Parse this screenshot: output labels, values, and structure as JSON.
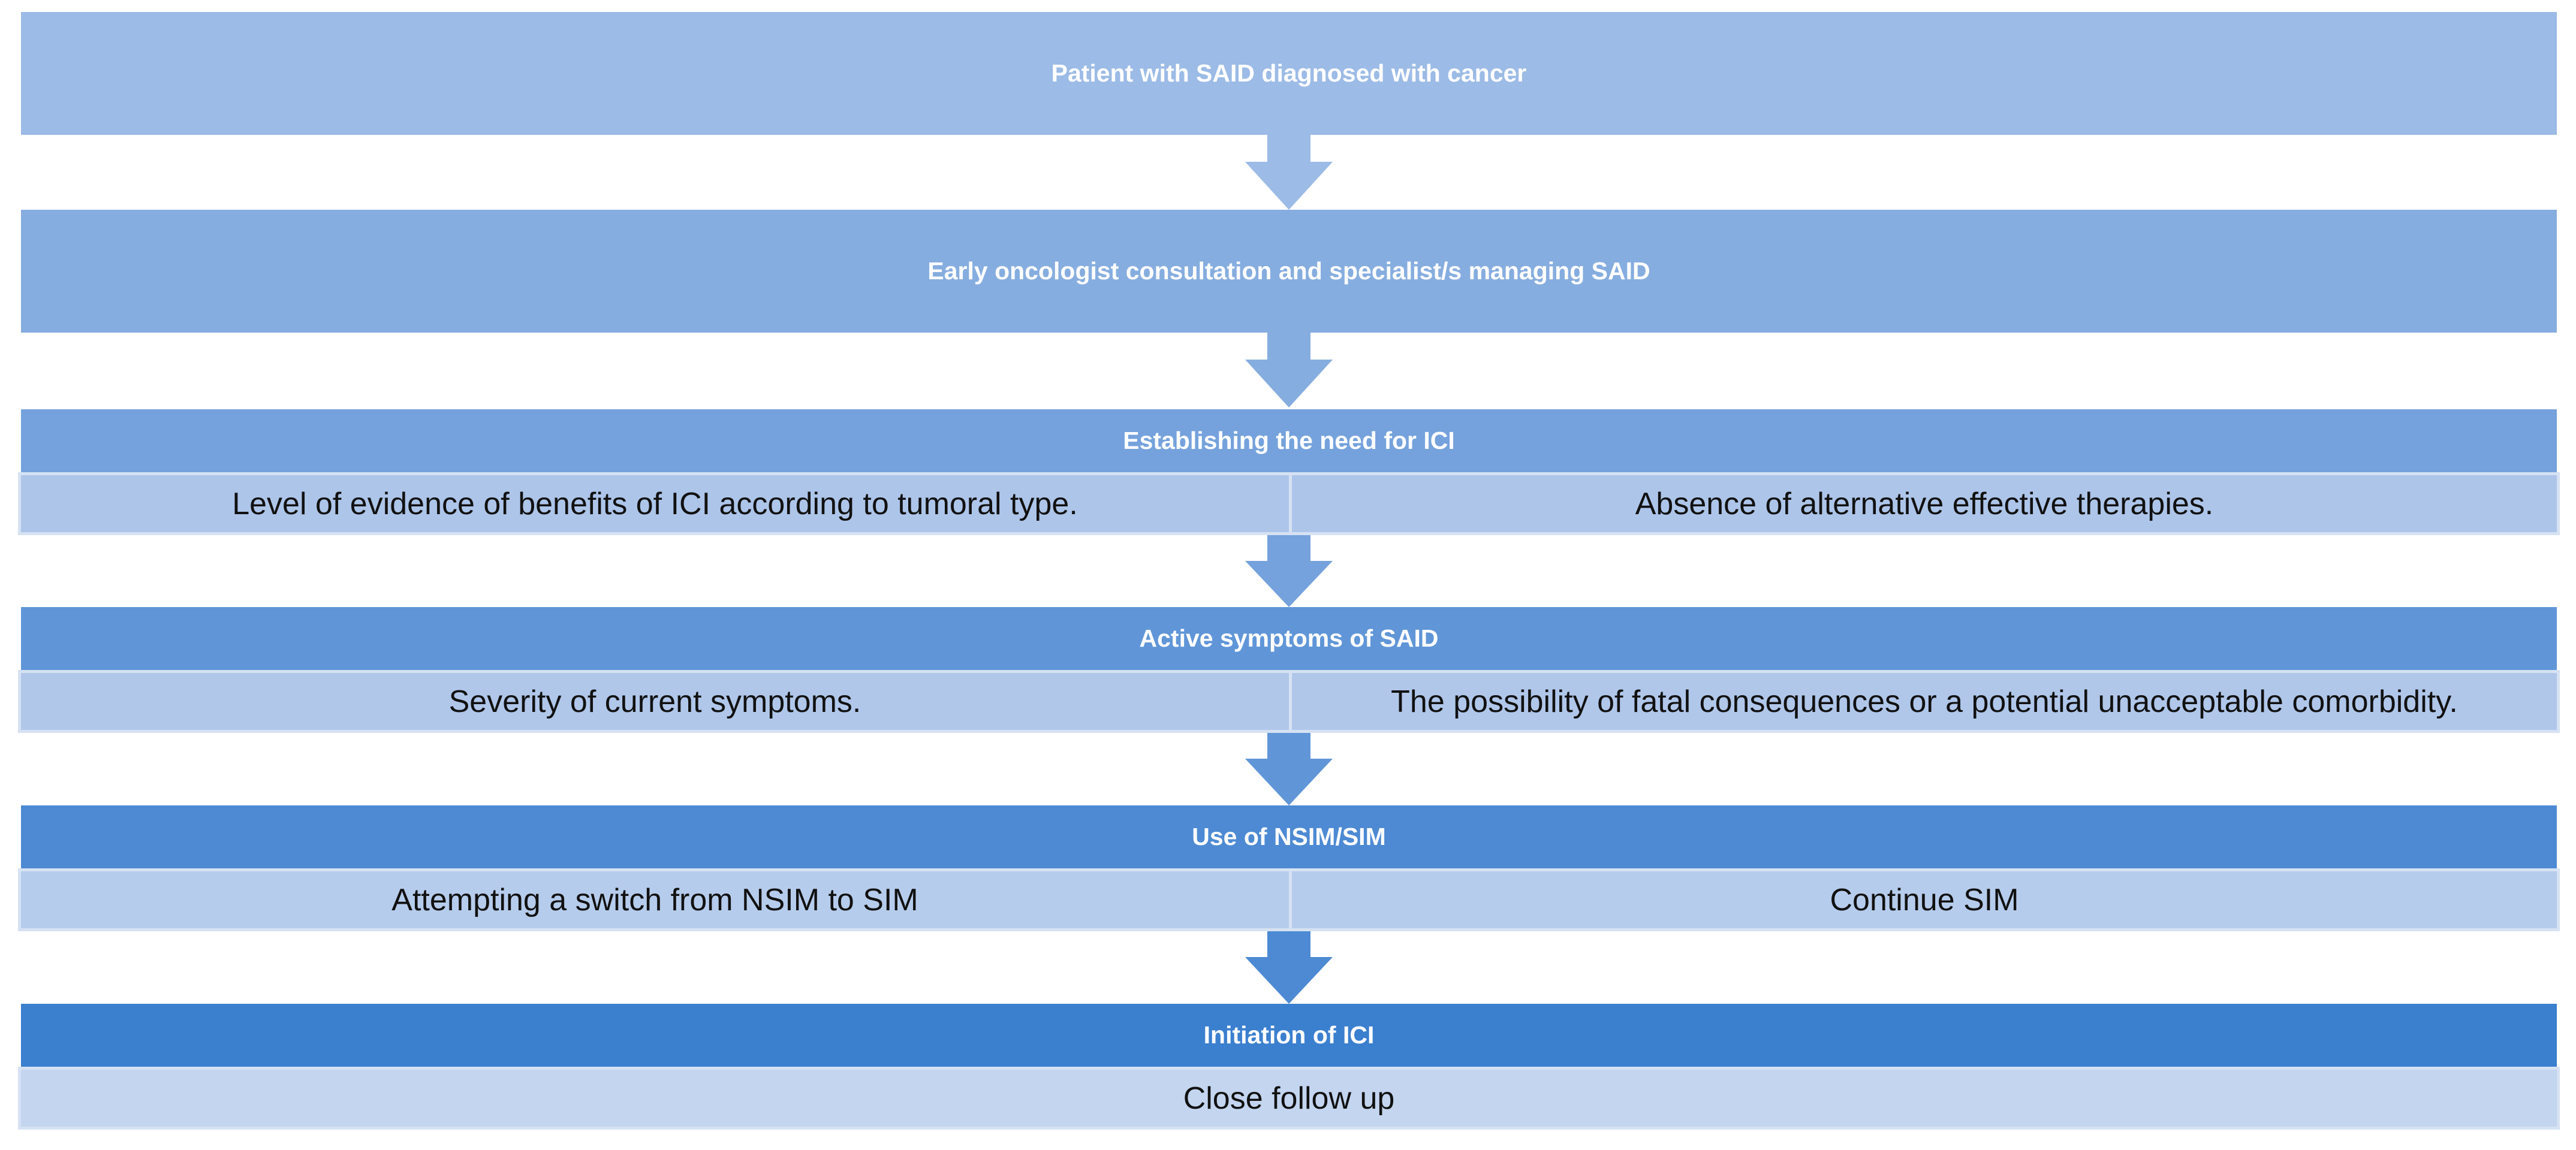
{
  "steps": [
    {
      "title": "Patient with SAID diagnosed with cancer"
    },
    {
      "title": "Early oncologist consultation and specialist/s managing SAID"
    },
    {
      "title": "Establishing the need for ICI",
      "left": "Level of evidence of benefits of ICI according to tumoral type.",
      "right": "Absence of alternative effective therapies."
    },
    {
      "title": "Active symptoms of SAID",
      "left": "Severity of current symptoms.",
      "right": "The possibility of fatal consequences or a potential unacceptable comorbidity."
    },
    {
      "title": "Use of NSIM/SIM",
      "left": "Attempting a switch from NSIM to SIM",
      "right": "Continue SIM"
    },
    {
      "title": "Initiation of ICI",
      "full": "Close follow up"
    }
  ],
  "colors": {
    "step1": "#9cbbe6",
    "step2": "#86addf",
    "step3": "#75a2dc",
    "step4": "#6096d8",
    "step5": "#4d8ad3",
    "step6": "#3b7fcf",
    "arrow1": "#9cbbe6",
    "arrow2": "#86addf",
    "arrow3": "#75a2dc",
    "arrow4": "#6096d8",
    "arrow5": "#4d8ad3"
  }
}
